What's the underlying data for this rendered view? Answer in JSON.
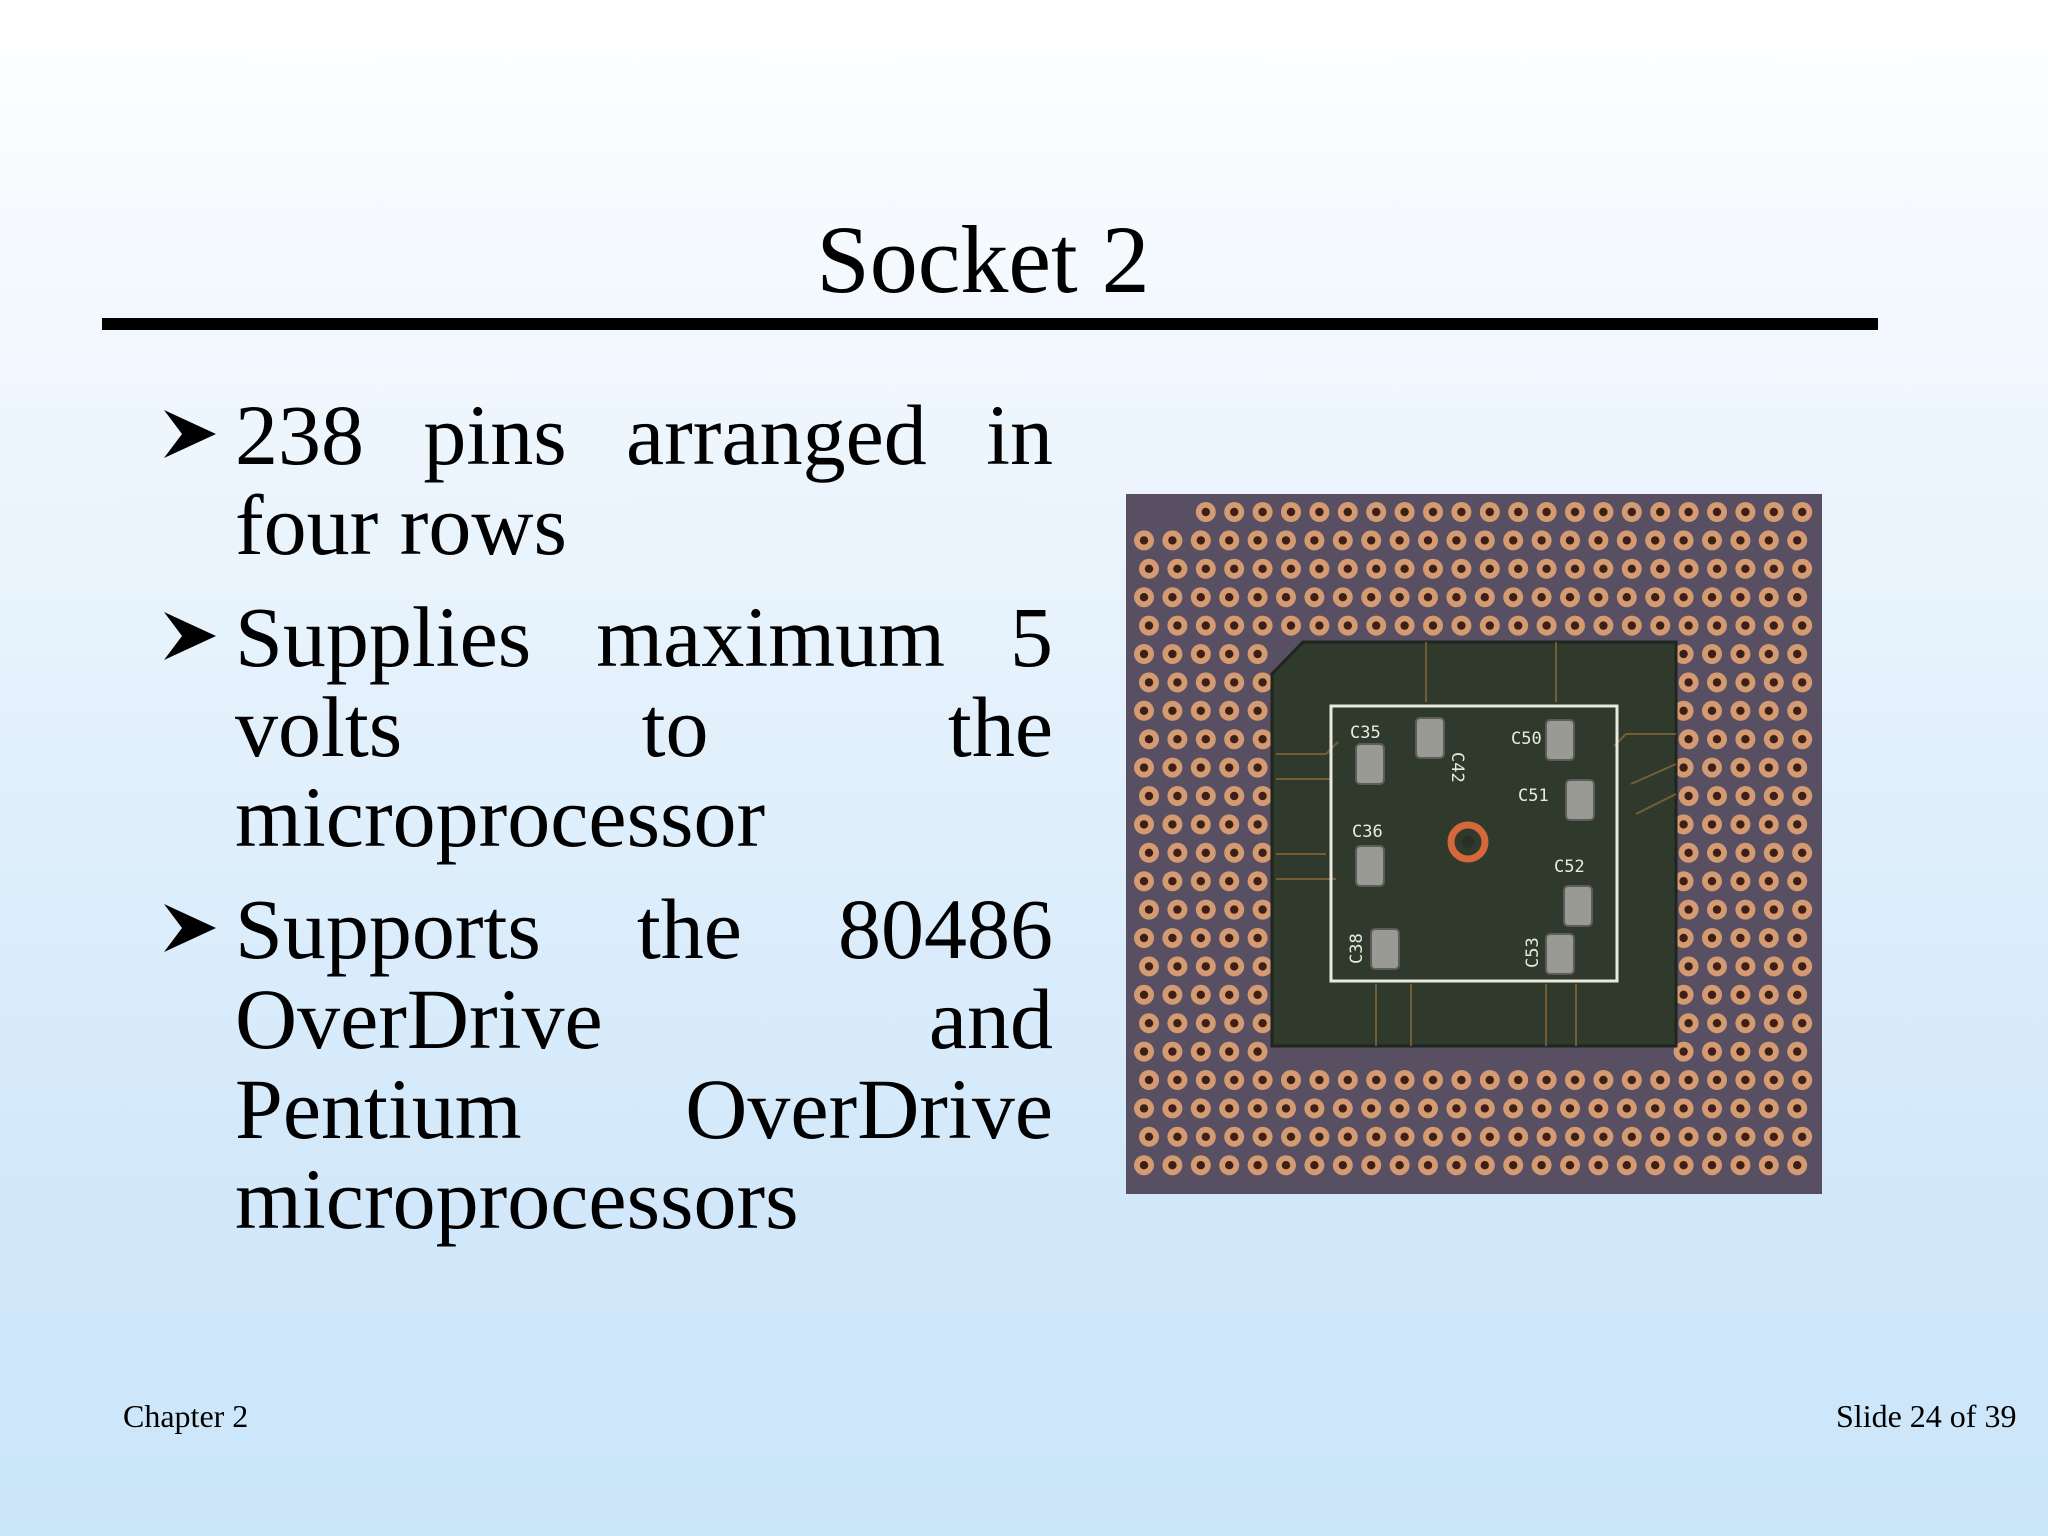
{
  "slide": {
    "title": "Socket 2",
    "bullets": [
      "238 pins arranged in four rows",
      "Supplies maximum 5 volts to the microprocessor",
      "Supports the 80486 OverDrive and Pentium OverDrive microprocessors"
    ],
    "bullet_icon": "arrowhead-bullet-icon",
    "image": {
      "subject": "socket-2-chip-underside",
      "component_labels": [
        "C35",
        "C42",
        "C50",
        "C51",
        "C36",
        "C52",
        "C38",
        "C53"
      ]
    }
  },
  "footer": {
    "chapter": "Chapter 2",
    "slide_number": "Slide 24 of 39"
  },
  "colors": {
    "board": "#584f63",
    "pin_ring": "#d49a72",
    "pin_hole": "#3e1f16",
    "cavity": "#2f3a2d",
    "silkscreen": "#e8ece0"
  }
}
